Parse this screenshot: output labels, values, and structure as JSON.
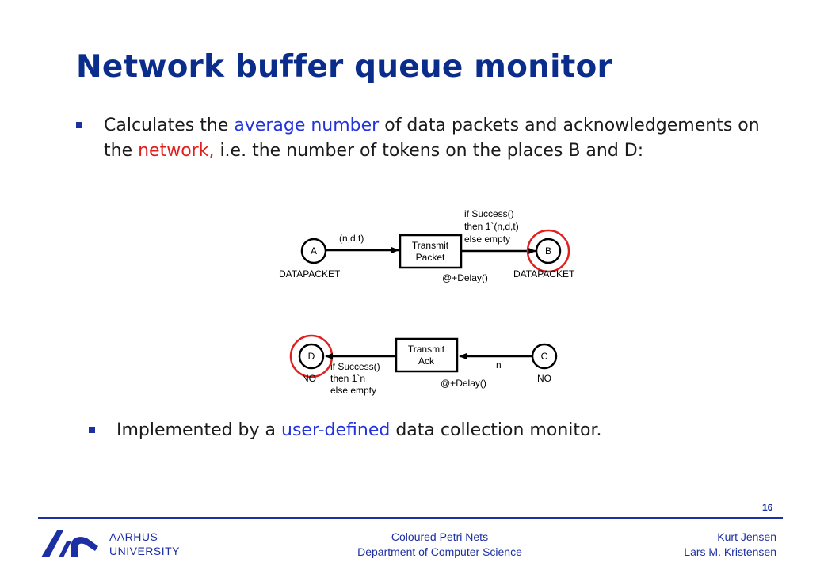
{
  "slide": {
    "title": "Network buffer queue monitor",
    "bullet1": {
      "part1": "Calculates the ",
      "highlight1": "average number",
      "part2": " of data packets and acknowledgements on the ",
      "highlight2": "network,",
      "part3": " i.e. the number of tokens on the places B and D:"
    },
    "bullet2": {
      "part1": "Implemented by a ",
      "highlight": "user-defined",
      "part2": " data collection monitor."
    }
  },
  "diagram": {
    "top": {
      "place_a": "A",
      "place_a_type": "DATAPACKET",
      "arc_in": "(n,d,t)",
      "transition_line1": "Transmit",
      "transition_line2": "Packet",
      "guard_line1": "if Success()",
      "guard_line2": "then 1`(n,d,t)",
      "guard_line3": "else empty",
      "delay": "@+Delay()",
      "place_b": "B",
      "place_b_type": "DATAPACKET"
    },
    "bottom": {
      "place_d": "D",
      "place_d_type": "NO",
      "guard_line1": "if Success()",
      "guard_line2": "then 1`n",
      "guard_line3": "else empty",
      "transition_line1": "Transmit",
      "transition_line2": "Ack",
      "delay": "@+Delay()",
      "arc_in": "n",
      "place_c": "C",
      "place_c_type": "NO"
    },
    "colors": {
      "highlight_circle": "#e02020",
      "accent": "#1c2fa3"
    }
  },
  "footer": {
    "page_number": "16",
    "university_line1": "AARHUS",
    "university_line2": "UNIVERSITY",
    "course_line1": "Coloured Petri Nets",
    "course_line2": "Department of Computer Science",
    "author1": "Kurt Jensen",
    "author2": "Lars M. Kristensen"
  }
}
